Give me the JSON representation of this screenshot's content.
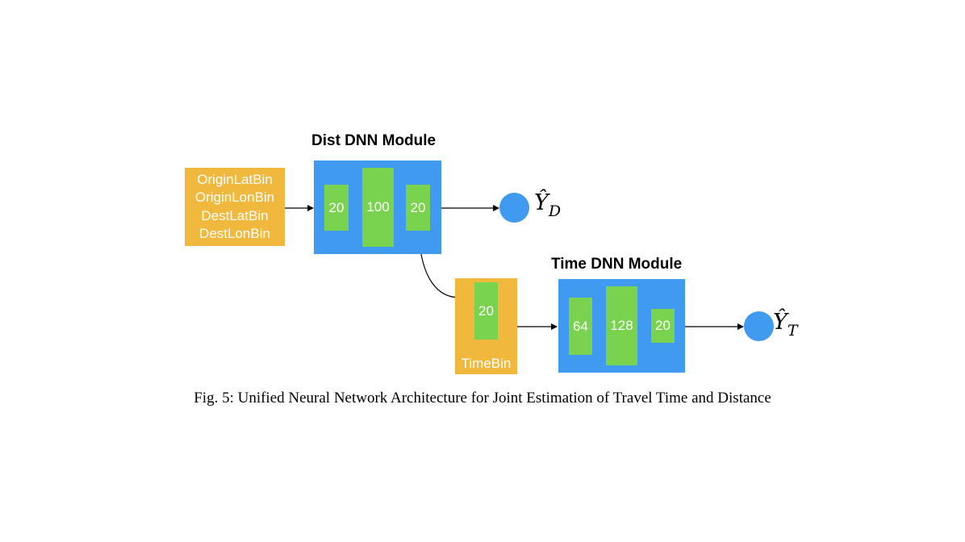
{
  "dist_module": {
    "title": "Dist DNN Module",
    "layers": [
      "20",
      "100",
      "20"
    ]
  },
  "inputs": {
    "items": [
      "OriginLatBin",
      "OriginLonBin",
      "DestLatBin",
      "DestLonBin"
    ]
  },
  "outputs": {
    "dist": {
      "symbol": "Ŷ",
      "subscript": "D"
    },
    "time": {
      "symbol": "Ŷ",
      "subscript": "T"
    }
  },
  "timebin": {
    "layer": "20",
    "label": "TimeBin"
  },
  "time_module": {
    "title": "Time DNN Module",
    "layers": [
      "64",
      "128",
      "20"
    ]
  },
  "caption": "Fig. 5: Unified Neural Network Architecture for Joint Estimation of Travel Time and Distance",
  "colors": {
    "input": "#F0B83C",
    "module": "#3F9AF0",
    "layer": "#7AD34E",
    "output": "#3F9AF0"
  }
}
